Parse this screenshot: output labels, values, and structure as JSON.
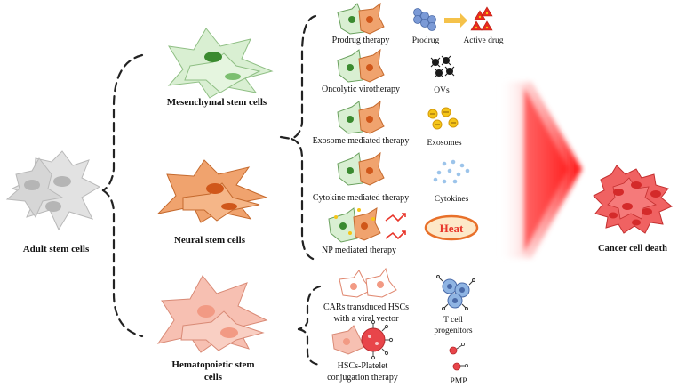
{
  "sources": {
    "adult": "Adult stem cells",
    "mesenchymal": "Mesenchymal stem cells",
    "neural": "Neural stem cells",
    "hematopoietic_line1": "Hematopoietic stem",
    "hematopoietic_line2": "cells"
  },
  "therapies": {
    "prodrug": "Prodrug therapy",
    "oncolytic": "Oncolytic virotherapy",
    "exosome": "Exosome mediated therapy",
    "cytokine": "Cytokine mediated therapy",
    "np": "NP mediated therapy",
    "car_line1": "CARs transduced HSCs",
    "car_line2": "with a viral vector",
    "platelet_line1": "HSCs-Platelet",
    "platelet_line2": "conjugation therapy"
  },
  "agents": {
    "prodrug": "Prodrug",
    "active_drug": "Active drug",
    "ovs": "OVs",
    "exosomes": "Exosomes",
    "cytokines": "Cytokines",
    "heat": "Heat",
    "tcell_line1": "T cell",
    "tcell_line2": "progenitors",
    "pmp": "PMP"
  },
  "outcome": "Cancer cell death",
  "colors": {
    "mesenchymal_fill": "#d9efd2",
    "mesenchymal_nucleus": "#3a8a2f",
    "neural_fill": "#f0a36e",
    "neural_nucleus": "#d0571a",
    "hematopoietic_fill": "#f7c0b2",
    "hematopoietic_nucleus": "#f29a84",
    "adult_fill": "#e2e2e2",
    "adult_nucleus": "#b5b5b5",
    "cancer_fill": "#f06262",
    "cancer_nucleus": "#d42a2a",
    "arrow_red": "#ff0000",
    "heat_fill": "#fde8c8",
    "heat_stroke": "#e8702a",
    "heat_text": "#e8352a",
    "prodrug_blue": "#7b9ad6",
    "active_drug_red": "#e82b1e",
    "exosome_yellow": "#f5c518",
    "cytokine_blue": "#9cc4ea",
    "tcell_blue": "#8fb4e3",
    "platelet_red": "#e8454a"
  }
}
